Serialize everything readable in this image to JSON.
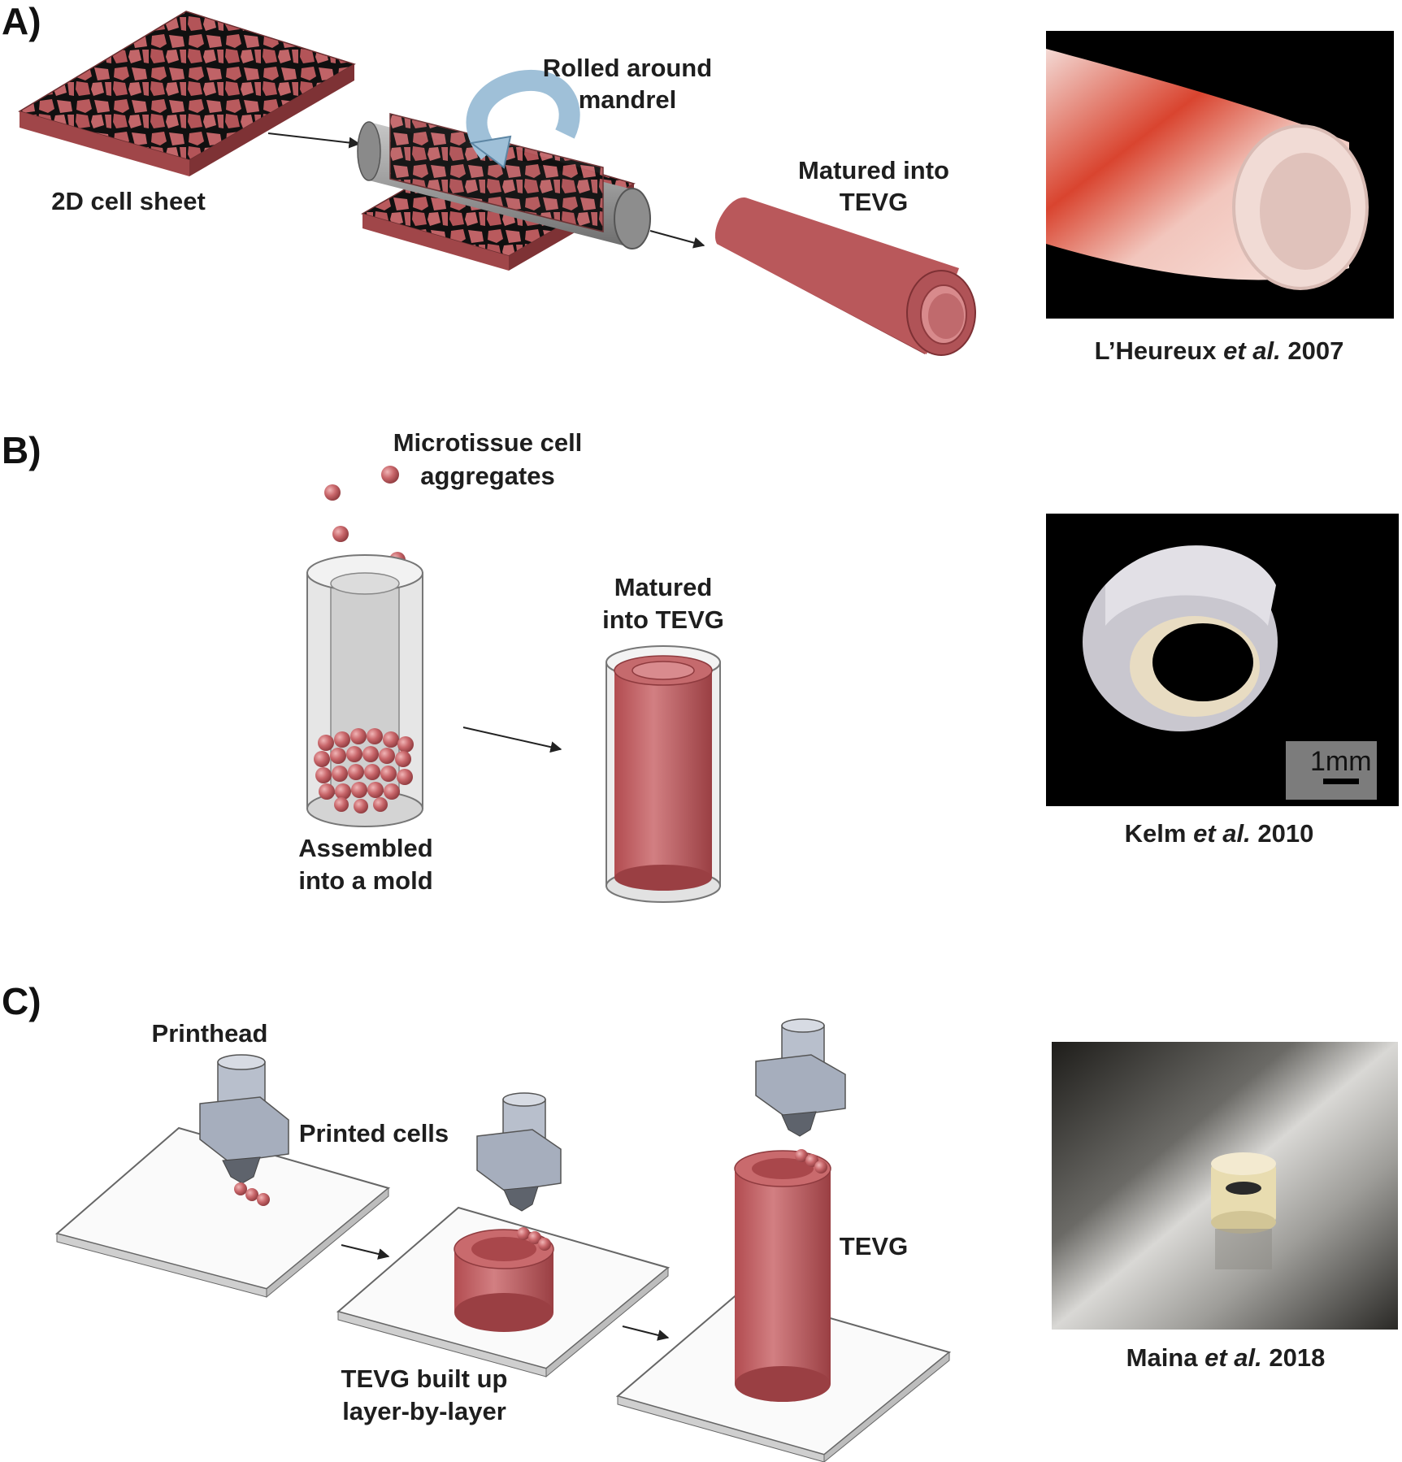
{
  "panels": [
    {
      "letter": "A)",
      "labels": {
        "sheet": "2D cell sheet",
        "rolled_line1": "Rolled around",
        "rolled_line2": "mandrel",
        "matured_line1": "Matured into",
        "matured_line2": "TEVG"
      },
      "citation": {
        "author": "L’Heureux",
        "etal": "et al.",
        "year": "2007"
      }
    },
    {
      "letter": "B)",
      "labels": {
        "aggregates_line1": "Microtissue cell",
        "aggregates_line2": "aggregates",
        "mold_line1": "Assembled",
        "mold_line2": "into a mold",
        "matured_line1": "Matured",
        "matured_line2": "into TEVG"
      },
      "scale_bar": "1mm",
      "citation": {
        "author": "Kelm",
        "etal": "et al.",
        "year": "2010"
      }
    },
    {
      "letter": "C)",
      "labels": {
        "printhead": "Printhead",
        "printed_cells": "Printed cells",
        "layer_line1": "TEVG built up",
        "layer_line2": "layer-by-layer",
        "tevg": "TEVG"
      },
      "citation": {
        "author": "Maina",
        "etal": "et al.",
        "year": "2018"
      }
    }
  ],
  "colors": {
    "tissue": "#c05a5e",
    "tissue_dark": "#8e3a3e",
    "mandrel": "#9a9a9a",
    "arrow_curve": "#9fc0d8",
    "photo_bg": "#000000"
  }
}
